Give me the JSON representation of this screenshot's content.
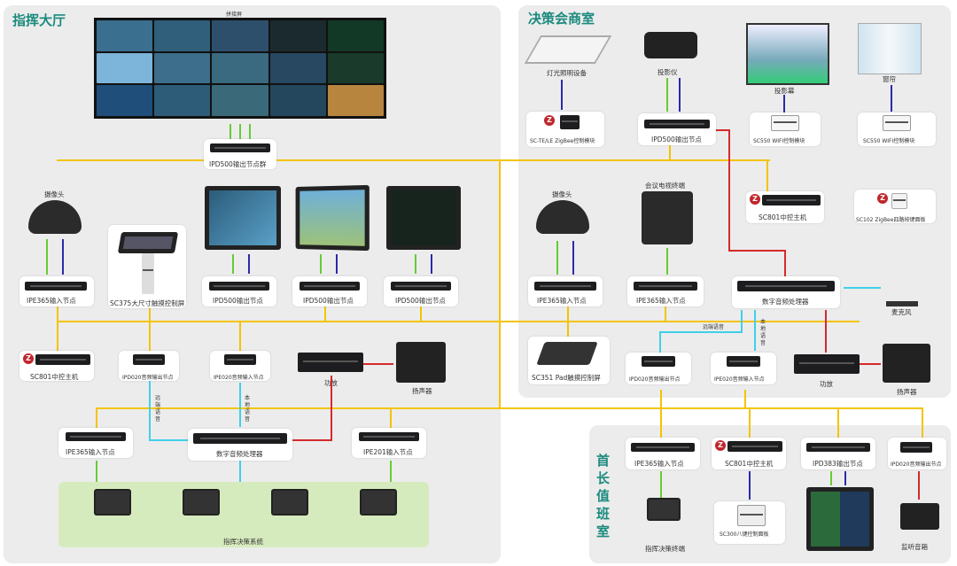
{
  "sections": {
    "command_hall": "指挥大厅",
    "decision_room": "决策会商室",
    "duty_room": "首长值班室"
  },
  "command_hall": {
    "video_wall_label": "拼接屏",
    "ipd500_group": "IPD500输出节点群",
    "camera": "摄像头",
    "ipe365_a": "IPE365输入节点",
    "sc375": "SC375大尺寸触摸控制屏",
    "ipd500_1": "IPD500输出节点",
    "ipd500_2": "IPD500输出节点",
    "ipd500_3": "IPD500输出节点",
    "sc801": "SC801中控主机",
    "ipd020": "IPD020音频输出节点",
    "ipe020": "IPE020音频输入节点",
    "amp": "功放",
    "speaker": "扬声器",
    "ipe365_b": "IPE365输入节点",
    "dsp": "数字音频处理器",
    "ipe201": "IPE201输入节点",
    "decision_system": "指挥决策系统",
    "remote_voice": "远端语音",
    "local_voice": "本地语音"
  },
  "decision_room": {
    "lighting": "灯光照明设备",
    "projector": "投影仪",
    "screen": "投影幕",
    "curtain": "窗帘",
    "zigbee_module": "SC-TE/LE ZigBee控制模块",
    "ipd500": "IPD500输出节点",
    "wifi_module_1": "SC550 WIFI控制模块",
    "wifi_module_2": "SC550 WIFI控制模块",
    "sc801": "SC801中控主机",
    "sc102": "SC102 ZigBee四路按键面板",
    "camera": "摄像头",
    "conf_terminal": "会议电视终端",
    "ipe365_a": "IPE365输入节点",
    "ipe365_b": "IPE365输入节点",
    "dsp": "数字音频处理器",
    "mic": "麦克风",
    "sc351": "SC351 Pad触摸控制屏",
    "ipd020": "IPD020音频输出节点",
    "ipe020": "IPE020音频输入节点",
    "amp": "功放",
    "speaker": "扬声器",
    "remote_voice": "远端语音",
    "local_voice": "本地语音"
  },
  "duty_room": {
    "ipe365": "IPE365输入节点",
    "sc801": "SC801中控主机",
    "ipd383": "IPD383输出节点",
    "ipd020": "IPD020音频输出节点",
    "terminal": "指挥决策终端",
    "sc300": "SC300八键控制面板",
    "monitor_speaker": "监听音箱"
  },
  "colors": {
    "section_title": "#1b8a7d",
    "panel_bg": "#ececed",
    "bus_yellow": "#f3c400",
    "arrow_green": "#66cc33",
    "arrow_blue": "#2a2aa8",
    "arrow_cyan": "#3fd0e8",
    "arrow_red": "#d42a2a",
    "zigbee_red": "#c0262d"
  }
}
